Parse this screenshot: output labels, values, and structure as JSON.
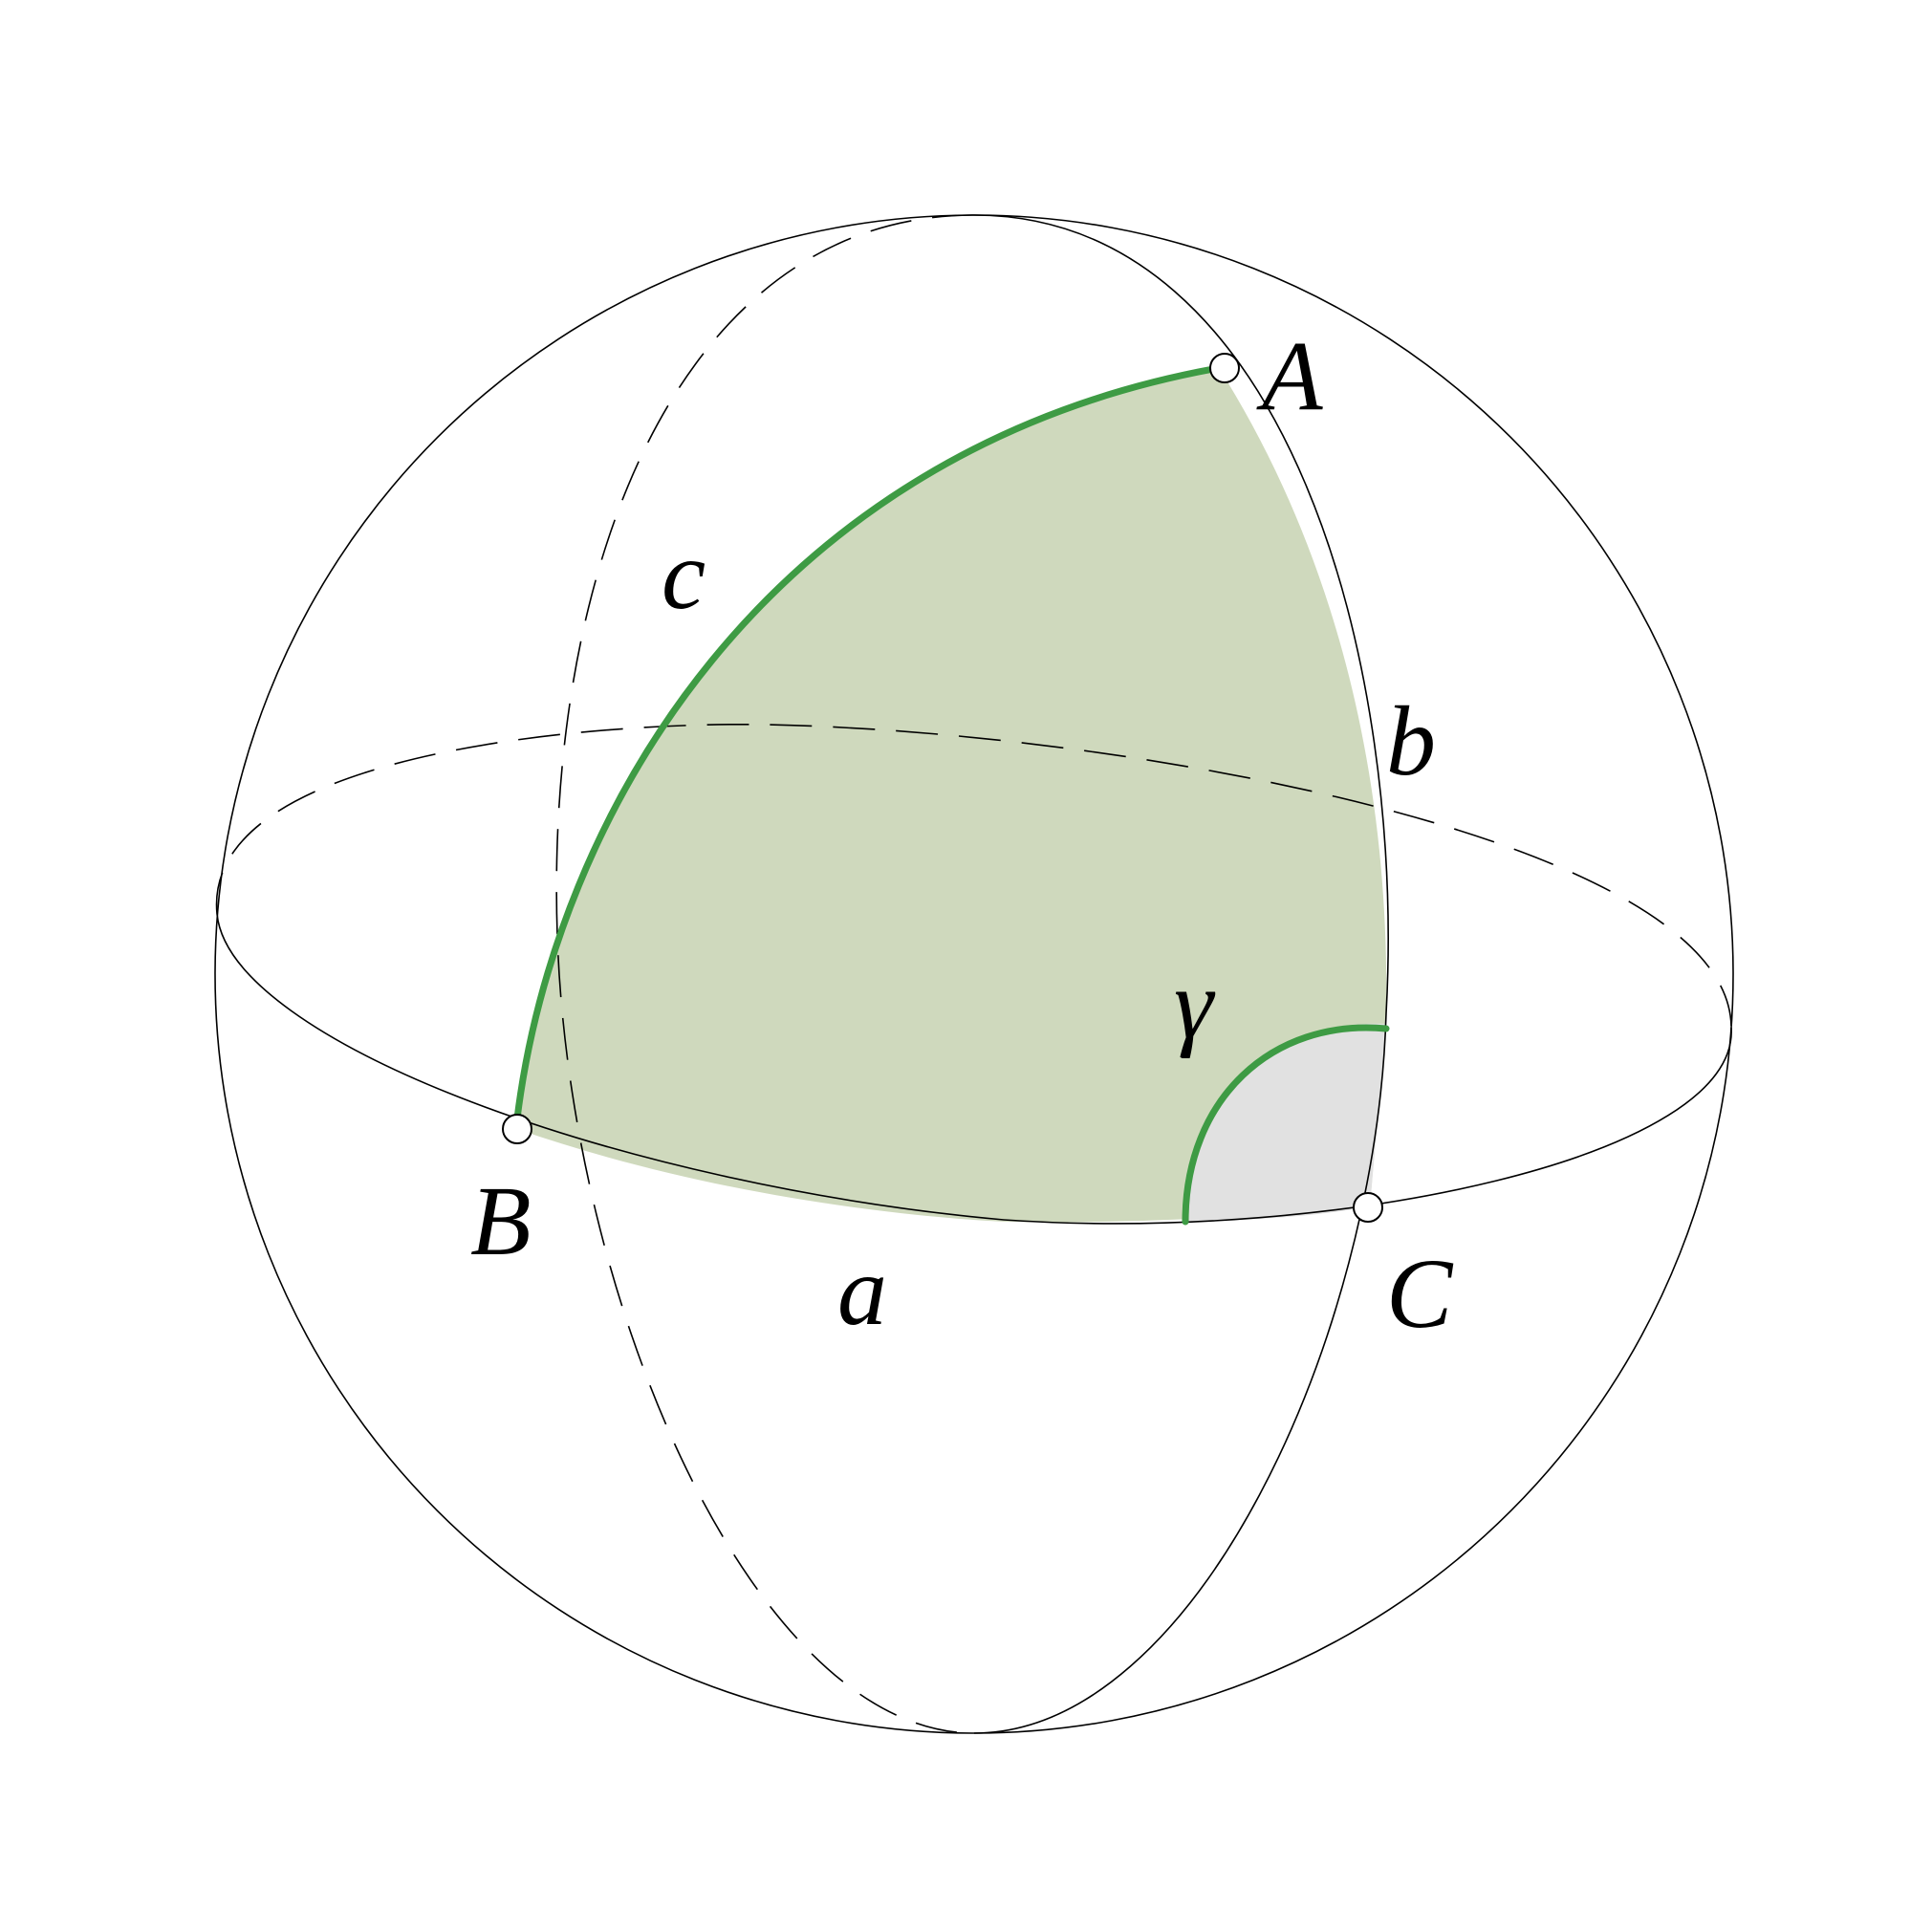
{
  "labels": {
    "vertex_a": "A",
    "vertex_b": "B",
    "vertex_c": "C",
    "side_a": "a",
    "side_b": "b",
    "side_c": "c",
    "angle_gamma": "γ"
  },
  "colors": {
    "triangle_fill": "#cfd9bd",
    "angle_fill": "#e1e1e1",
    "arc_stroke": "#3e9b44",
    "line_stroke": "#000000",
    "background": "#ffffff"
  }
}
